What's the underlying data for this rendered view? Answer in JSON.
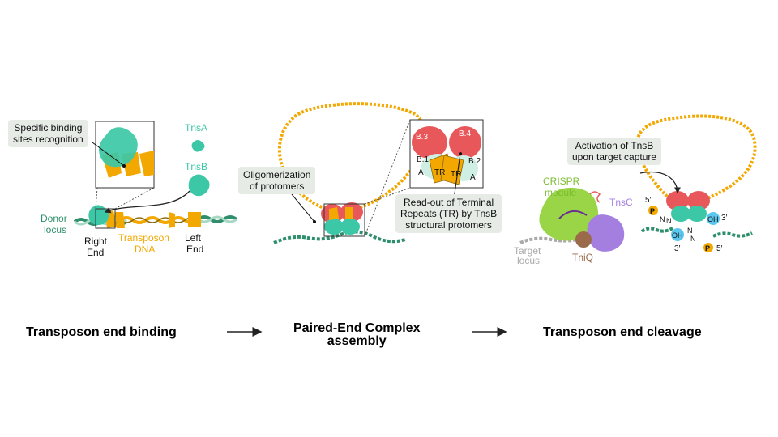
{
  "colors": {
    "tnsA": "#3cc8a6",
    "tnsB": "#3cc8a6",
    "tnsB_red": "#e8585a",
    "transposon": "#f2a800",
    "donor_dna": "#2f8f6c",
    "crispr": "#9ad548",
    "tnsC": "#a57fe0",
    "tniQ": "#9a6a4a",
    "target_locus": "#aaaaaa",
    "phosphate": "#f2a800",
    "hydroxyl": "#5bc6ee",
    "callout_bg": "#e6ebe6"
  },
  "panel1": {
    "callout": [
      "Specific binding",
      "sites recognition"
    ],
    "tnsA_label": "TnsA",
    "tnsB_label": "TnsB",
    "donor_locus": [
      "Donor",
      "locus"
    ],
    "right_end": [
      "Right",
      "End"
    ],
    "transposon_dna": [
      "Transposon",
      "DNA"
    ],
    "left_end": [
      "Left",
      "End"
    ]
  },
  "panel2": {
    "callout_left": [
      "Oligomerization",
      "of protomers"
    ],
    "callout_right": [
      "Read-out of Terminal",
      "Repeats (TR) by TnsB",
      "structural protomers"
    ],
    "zoom_labels": [
      "B.3",
      "B.4",
      "B.1",
      "B.2",
      "A",
      "A",
      "TR",
      "TR"
    ]
  },
  "panel3": {
    "callout": [
      "Activation of TnsB",
      "upon target capture"
    ],
    "crispr_label": [
      "CRISPR",
      "module"
    ],
    "tnsC_label": "TnsC",
    "tniQ_label": "TniQ",
    "target_label": [
      "Target",
      "locus"
    ],
    "p_label": "P",
    "oh_label": "OH",
    "five_prime": "5′",
    "three_prime": "3′",
    "n_label": "N"
  },
  "steps": {
    "step1": "Transposon end binding",
    "step2": [
      "Paired-End Complex",
      "assembly"
    ],
    "step3": "Transposon end cleavage"
  }
}
